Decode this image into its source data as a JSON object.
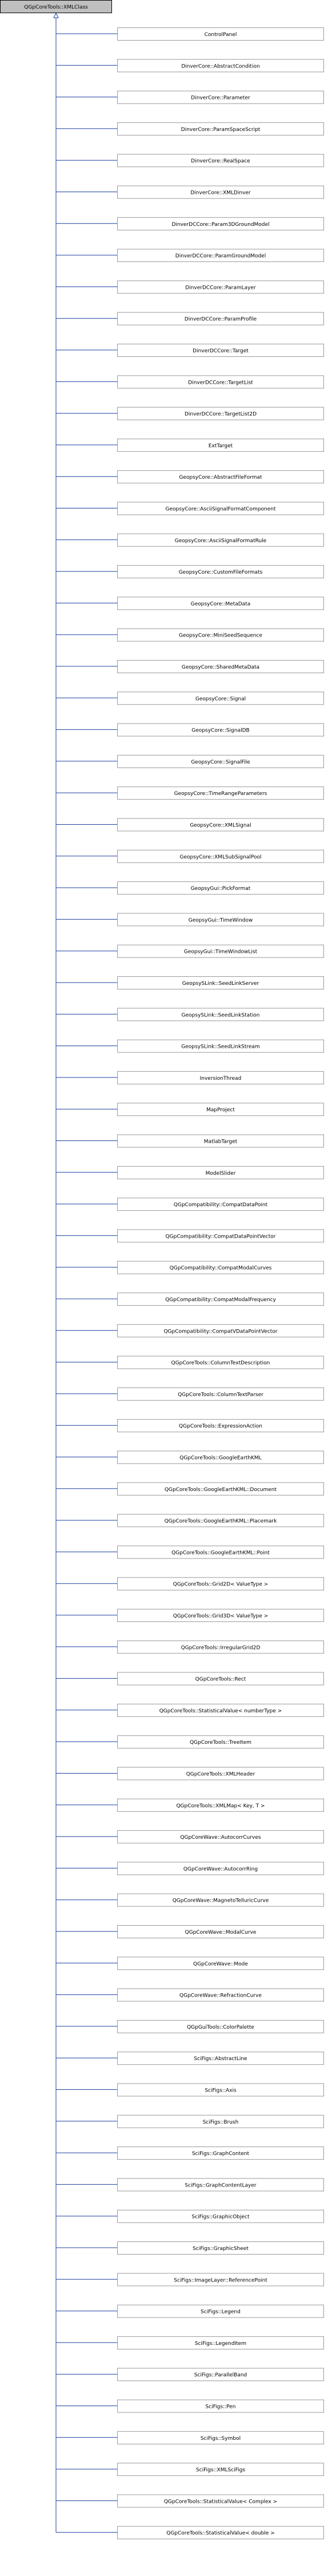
{
  "root": "QGpCoreTools::XMLClass",
  "colors": {
    "edge": "#1f3f9f",
    "node_border": "#9a9a9a",
    "root_fill": "#bfbfbf",
    "node_fill": "#ffffff",
    "text": "#000000"
  },
  "children": [
    "ControlPanel",
    "DinverCore::AbstractCondition",
    "DinverCore::Parameter",
    "DinverCore::ParamSpaceScript",
    "DinverCore::RealSpace",
    "DinverCore::XMLDinver",
    "DinverDCCore::Param3DGroundModel",
    "DinverDCCore::ParamGroundModel",
    "DinverDCCore::ParamLayer",
    "DinverDCCore::ParamProfile",
    "DinverDCCore::Target",
    "DinverDCCore::TargetList",
    "DinverDCCore::TargetList2D",
    "ExtTarget",
    "GeopsyCore::AbstractFileFormat",
    "GeopsyCore::AsciiSignalFormatComponent",
    "GeopsyCore::AsciiSignalFormatRule",
    "GeopsyCore::CustomFileFormats",
    "GeopsyCore::MetaData",
    "GeopsyCore::MiniSeedSequence",
    "GeopsyCore::SharedMetaData",
    "GeopsyCore::Signal",
    "GeopsyCore::SignalDB",
    "GeopsyCore::SignalFile",
    "GeopsyCore::TimeRangeParameters",
    "GeopsyCore::XMLSignal",
    "GeopsyCore::XMLSubSignalPool",
    "GeopsyGui::PickFormat",
    "GeopsyGui::TimeWindow",
    "GeopsyGui::TimeWindowList",
    "GeopsySLink::SeedLinkServer",
    "GeopsySLink::SeedLinkStation",
    "GeopsySLink::SeedLinkStream",
    "InversionThread",
    "MapProject",
    "MatlabTarget",
    "ModelSlider",
    "QGpCompatibility::CompatDataPoint",
    "QGpCompatibility::CompatDataPointVector",
    "QGpCompatibility::CompatModalCurves",
    "QGpCompatibility::CompatModalFrequency",
    "QGpCompatibility::CompatVDataPointVector",
    "QGpCoreTools::ColumnTextDescription",
    "QGpCoreTools::ColumnTextParser",
    "QGpCoreTools::ExpressionAction",
    "QGpCoreTools::GoogleEarthKML",
    "QGpCoreTools::GoogleEarthKML::Document",
    "QGpCoreTools::GoogleEarthKML::Placemark",
    "QGpCoreTools::GoogleEarthKML::Point",
    "QGpCoreTools::Grid2D< ValueType >",
    "QGpCoreTools::Grid3D< ValueType >",
    "QGpCoreTools::IrregularGrid2D",
    "QGpCoreTools::Rect",
    "QGpCoreTools::StatisticalValue< numberType >",
    "QGpCoreTools::TreeItem",
    "QGpCoreTools::XMLHeader",
    "QGpCoreTools::XMLMap< Key, T >",
    "QGpCoreWave::AutocorrCurves",
    "QGpCoreWave::AutocorrRing",
    "QGpCoreWave::MagnetoTelluricCurve",
    "QGpCoreWave::ModalCurve",
    "QGpCoreWave::Mode",
    "QGpCoreWave::RefractionCurve",
    "QGpGuiTools::ColorPalette",
    "SciFigs::AbstractLine",
    "SciFigs::Axis",
    "SciFigs::Brush",
    "SciFigs::GraphContent",
    "SciFigs::GraphContentLayer",
    "SciFigs::GraphicObject",
    "SciFigs::GraphicSheet",
    "SciFigs::ImageLayer::ReferencePoint",
    "SciFigs::Legend",
    "SciFigs::LegendItem",
    "SciFigs::ParallelBand",
    "SciFigs::Pen",
    "SciFigs::Symbol",
    "SciFigs::XMLSciFigs",
    "QGpCoreTools::StatisticalValue< Complex >",
    "QGpCoreTools::StatisticalValue< double >"
  ]
}
